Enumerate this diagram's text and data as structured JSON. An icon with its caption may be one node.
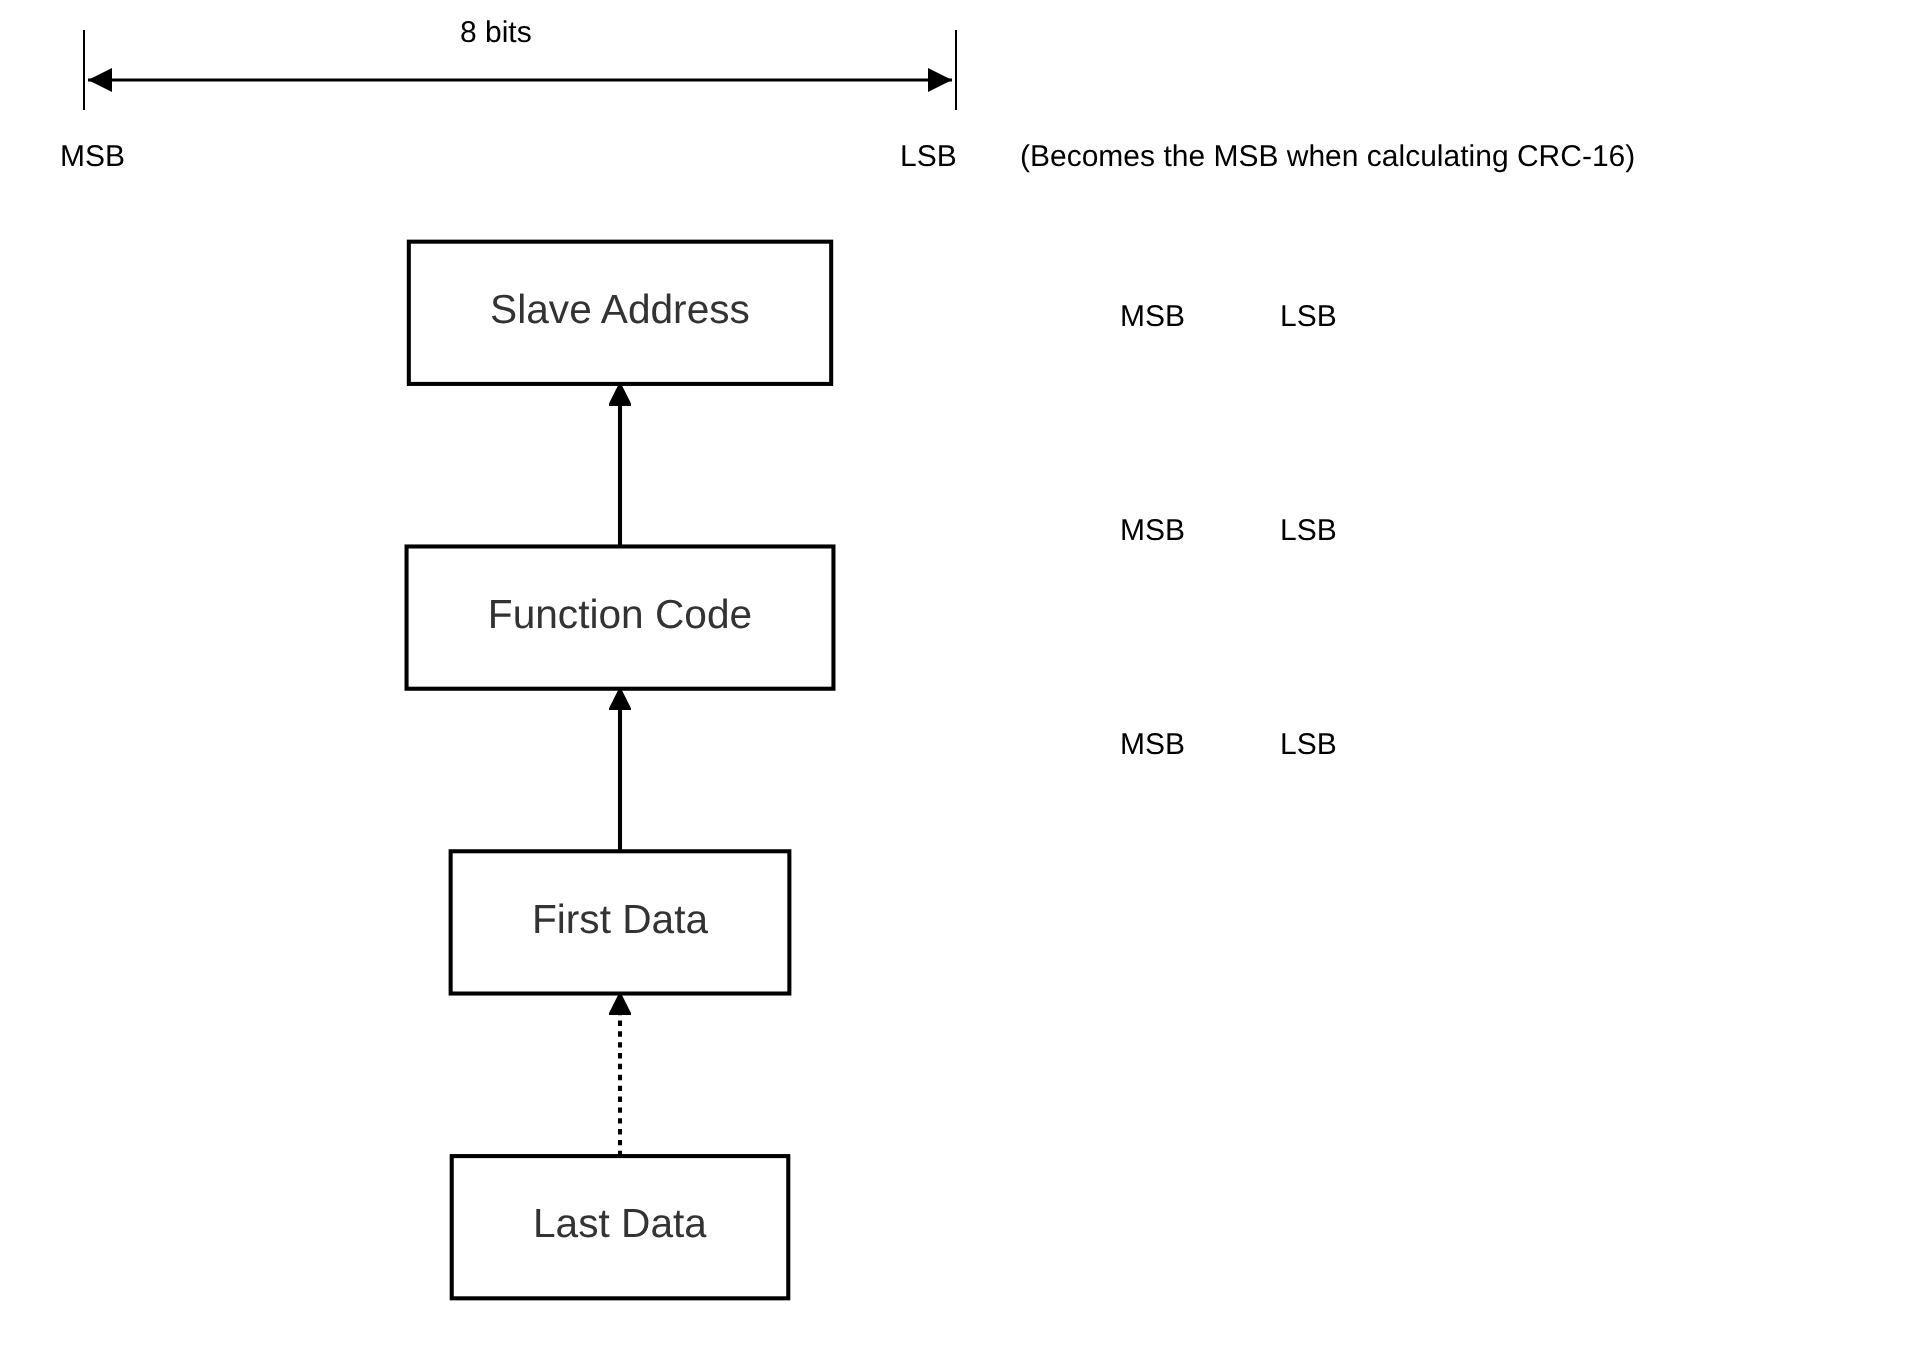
{
  "diagram": {
    "nodes": [
      {
        "text": [
          "Slave Address"
        ]
      },
      {
        "text": [
          "Function Code"
        ]
      },
      {
        "text": [
          "First Data"
        ]
      },
      {
        "text": [
          "Last Data"
        ]
      }
    ],
    "edges": [
      {
        "from": 1,
        "to": 0,
        "arrow": "to"
      },
      {
        "from": 2,
        "to": 1,
        "arrow": "to"
      },
      {
        "from": 3,
        "to": 2,
        "arrow": "to",
        "style": "dashed"
      }
    ],
    "labels": [
      "8 bits",
      "MSB",
      "LSB",
      "(Becomes the MSB when calculating CRC-16)",
      "MSB",
      "LSB",
      "MSB",
      "LSB",
      "MSB",
      "LSB"
    ]
  }
}
